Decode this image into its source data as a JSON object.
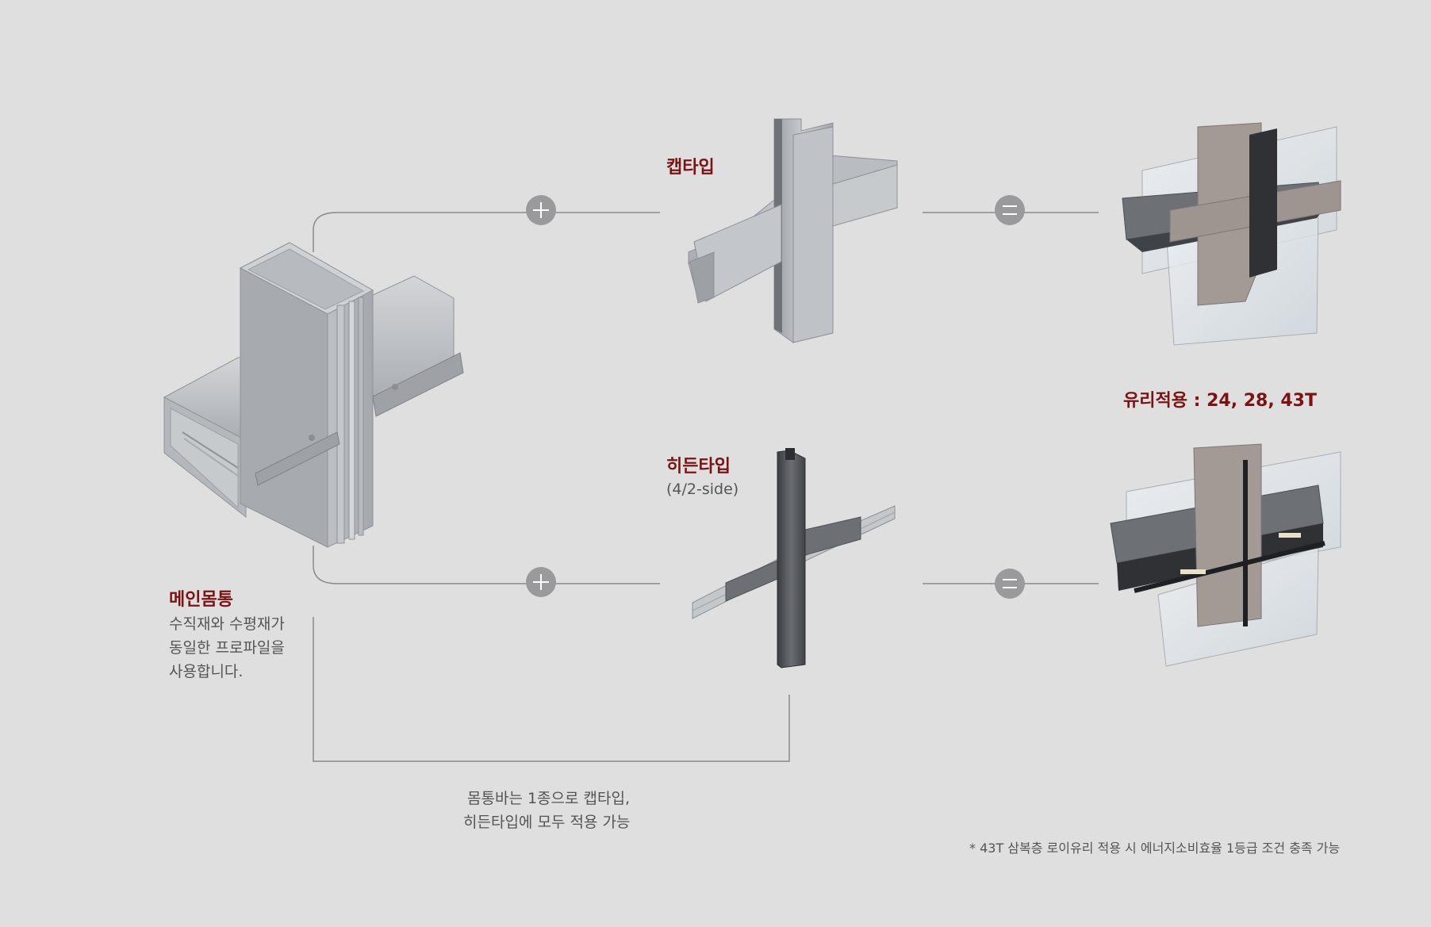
{
  "main_body": {
    "title": "메인몸통",
    "desc_line1": "수직재와 수평재가",
    "desc_line2": "동일한 프로파일을",
    "desc_line3": "사용합니다."
  },
  "cap_type": {
    "title": "캡타입"
  },
  "hidden_type": {
    "title": "히든타입",
    "subtitle": "(4/2-side)"
  },
  "glass": {
    "label": "유리적용 : 24, 28, 43T"
  },
  "operators": {
    "plus": "+",
    "equals": "="
  },
  "bottom_note": {
    "line1": "몸통바는 1종으로 캡타입,",
    "line2": "히든타입에 모두 적용 가능"
  },
  "footnote": "* 43T 삼복층 로이유리 적용 시 에너지소비효율 1등급 조건 충족 가능",
  "colors": {
    "accent": "#7a1414",
    "background": "#dfdfe0",
    "line": "#8a8a8a",
    "operator_circle": "#9a9a9c"
  }
}
